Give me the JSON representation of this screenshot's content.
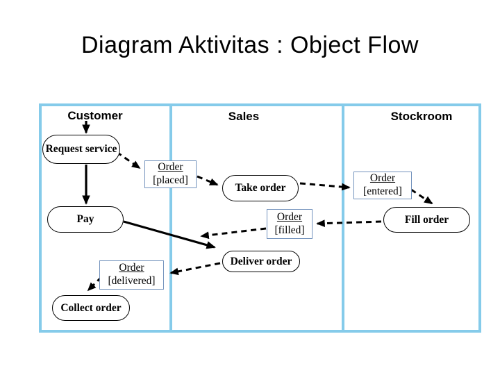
{
  "slide": {
    "title": "Diagram Aktivitas : Object Flow"
  },
  "colors": {
    "lane_border": "#85CBEA",
    "object_node_border": "#7191BC",
    "activity_node_border": "#000000",
    "arrow": "#000000",
    "text": "#000000",
    "background": "#ffffff"
  },
  "diagram": {
    "type": "uml-activity-diagram-object-flow",
    "lanes": [
      {
        "id": "customer",
        "label": "Customer"
      },
      {
        "id": "sales",
        "label": "Sales"
      },
      {
        "id": "stockroom",
        "label": "Stockroom"
      }
    ],
    "activities": [
      {
        "id": "request-service",
        "lane": "customer",
        "label": "Request service"
      },
      {
        "id": "pay",
        "lane": "customer",
        "label": "Pay"
      },
      {
        "id": "collect-order",
        "lane": "customer",
        "label": "Collect order"
      },
      {
        "id": "take-order",
        "lane": "sales",
        "label": "Take order"
      },
      {
        "id": "deliver-order",
        "lane": "sales",
        "label": "Deliver order"
      },
      {
        "id": "fill-order",
        "lane": "stockroom",
        "label": "Fill order"
      }
    ],
    "objects": [
      {
        "id": "order-placed",
        "name": "Order",
        "state": "[placed]"
      },
      {
        "id": "order-entered",
        "name": "Order",
        "state": "[entered]"
      },
      {
        "id": "order-filled",
        "name": "Order",
        "state": "[filled]"
      },
      {
        "id": "order-delivered",
        "name": "Order",
        "state": "[delivered]"
      }
    ],
    "edges": [
      {
        "from": "customer-header",
        "to": "request-service",
        "type": "control",
        "points": [
          124,
          174,
          124,
          191
        ]
      },
      {
        "from": "request-service",
        "to": "pay",
        "type": "control",
        "points": [
          124,
          237,
          124,
          293
        ]
      },
      {
        "from": "pay",
        "to": "deliver-order",
        "type": "control",
        "points": [
          178,
          319,
          309,
          356
        ]
      },
      {
        "from": "request-service",
        "to": "order-placed",
        "type": "object",
        "points": [
          168,
          219,
          201,
          242
        ]
      },
      {
        "from": "order-placed",
        "to": "take-order",
        "type": "object",
        "points": [
          284,
          254,
          313,
          266
        ]
      },
      {
        "from": "take-order",
        "to": "order-entered",
        "type": "object",
        "points": [
          432,
          264,
          503,
          270
        ]
      },
      {
        "from": "order-entered",
        "to": "fill-order",
        "type": "object",
        "points": [
          592,
          273,
          622,
          293
        ]
      },
      {
        "from": "fill-order",
        "to": "order-filled",
        "type": "object",
        "points": [
          549,
          319,
          457,
          322
        ]
      },
      {
        "from": "order-filled",
        "to": "pay",
        "type": "object",
        "points": [
          383,
          329,
          290,
          340
        ]
      },
      {
        "from": "deliver-order",
        "to": "order-delivered",
        "type": "object",
        "points": [
          317,
          379,
          246,
          393
        ]
      },
      {
        "from": "order-delivered",
        "to": "collect-order",
        "type": "object",
        "points": [
          146,
          399,
          127,
          418
        ]
      }
    ]
  }
}
